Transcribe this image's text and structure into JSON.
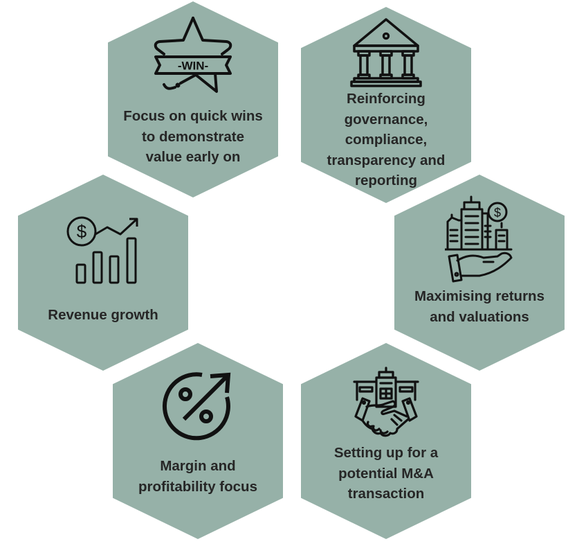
{
  "diagram": {
    "colors": {
      "hex_fill": "#96b1a8",
      "text": "#262626",
      "icon_stroke": "#111111",
      "background": "#ffffff"
    },
    "hexagons": [
      {
        "id": "quick-wins",
        "icon": "win-star-ribbon-icon",
        "label": "Focus on quick wins\nto demonstrate\nvalue early on"
      },
      {
        "id": "governance",
        "icon": "bank-building-columns-icon",
        "label": "Reinforcing\ngovernance,\ncompliance,\ntransparency and\nreporting"
      },
      {
        "id": "revenue-growth",
        "icon": "dollar-bar-chart-growth-icon",
        "label": "Revenue growth"
      },
      {
        "id": "returns-valuations",
        "icon": "hand-holding-buildings-dollar-icon",
        "label": "Maximising returns\nand valuations"
      },
      {
        "id": "margin-profitability",
        "icon": "percent-circle-arrow-up-icon",
        "label": "Margin and\nprofitability focus"
      },
      {
        "id": "ma-transaction",
        "icon": "building-handshake-icon",
        "label": "Setting up for a\npotential M&A\ntransaction"
      }
    ],
    "icon_text": {
      "win_banner": "-WIN-",
      "dollar": "$"
    }
  }
}
